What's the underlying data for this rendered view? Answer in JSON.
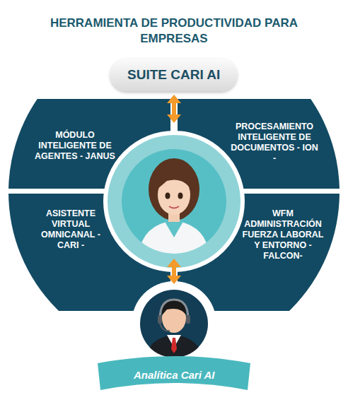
{
  "diagram": {
    "title": "HERRAMIENTA DE PRODUCTIVIDAD PARA EMPRESAS",
    "nodes": [
      {
        "text": [
          "SUITE CARI AI"
        ]
      },
      {
        "text": [
          "MÓDULO INTELIGENTE DE AGENTES - JANUS"
        ]
      },
      {
        "text": [
          "PROCESAMIENTO INTELIGENTE DE DOCUMENTOS - ION -"
        ]
      },
      {
        "text": [
          "ASISTENTE VIRTUAL OMNICANAL - CARI -"
        ]
      },
      {
        "text": [
          "WFM ADMINISTRACIÓN FUERZA LABORAL Y ENTORNO - FALCON-"
        ]
      },
      {
        "text": [
          "Analítica Cari AI"
        ]
      }
    ]
  }
}
